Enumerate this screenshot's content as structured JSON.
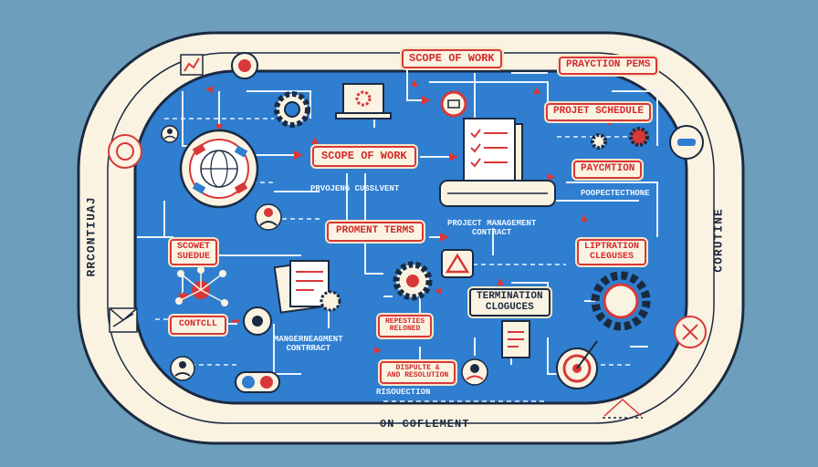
{
  "labels": {
    "scope_top": "SCOPE OF WORK",
    "payment_top": "PRAYCTION PEMS",
    "schedule": "PROJET SCHEDULE",
    "scope_mid": "SCOPE OF WORK",
    "payment_mid": "PAYCMTION",
    "payment_sub": "POOPECTECTHONE",
    "involvement": "PRVOJENG CUSSLVENT",
    "payment_terms": "PROMENT TERMS",
    "pm_contract_line1": "PROJECT MANAGEMENT",
    "pm_contract_line2": "CONTRACT",
    "sow_schedule_line1": "SCOWET",
    "sow_schedule_line2": "SUEDUE",
    "control": "CONTCLL",
    "liability_line1": "LIPTRATION",
    "liability_line2": "CLEGUSES",
    "termination_line1": "TERMINATION",
    "termination_line2": "CLOGUCES",
    "mgmt_contract_line1": "MANGERNEAGMENT",
    "mgmt_contract_line2": "CONTRRACT",
    "reports_line1": "REPESTIES",
    "reports_line2": "RELONED",
    "dispute_line1": "DISPULTE &",
    "dispute_line2": "AND RESOLUTION",
    "resolution": "RISOUECTION",
    "left_side": "RRCONTIUAJ",
    "right_side": "CORUTINE",
    "bottom": "ON COFLEMENT"
  },
  "colors": {
    "background": "#6d9fbd",
    "frame": "#fbf3e2",
    "board": "#2f7ed0",
    "accent_red": "#d8383a",
    "ink": "#1b2a40"
  },
  "icons": [
    "globe-icon",
    "document-stack-icon",
    "laptop-gear-icon",
    "gear-icon",
    "target-icon",
    "person-icon",
    "chart-icon",
    "envelope-icon",
    "cards-icon",
    "bullseye-icon",
    "clipboard-icon",
    "printer-icon",
    "network-node-icon",
    "scale-icon"
  ]
}
